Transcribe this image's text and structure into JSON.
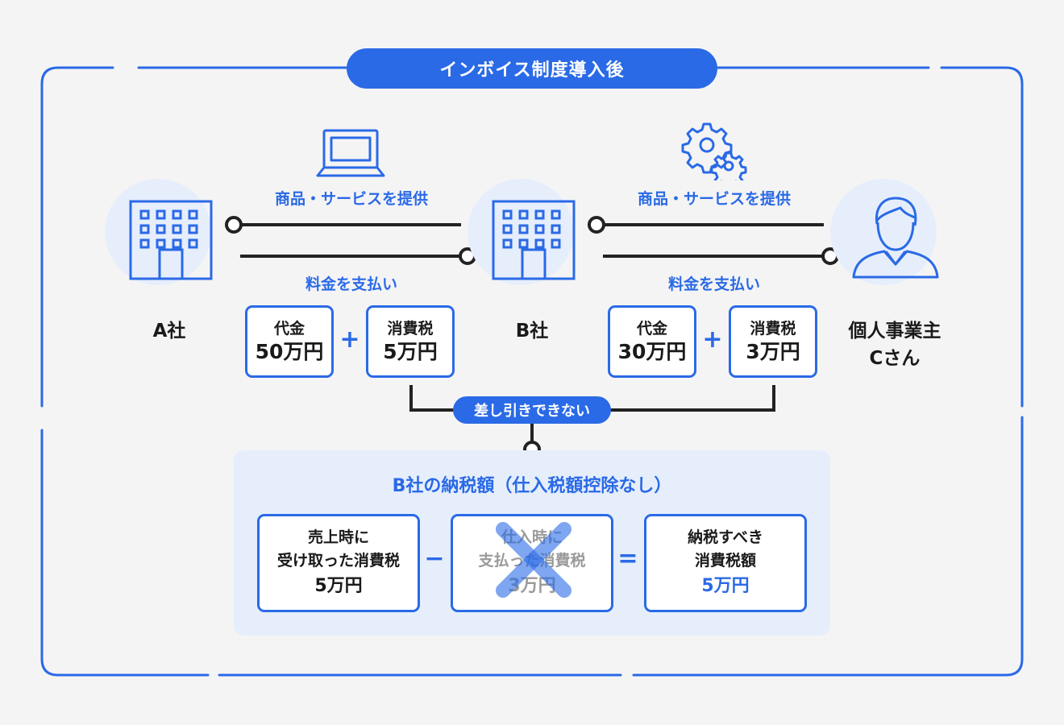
{
  "title": "インボイス制度導入後",
  "flows": {
    "goods_ab": "商品・サービスを提供",
    "pay_ab": "料金を支払い",
    "goods_bc": "商品・サービスを提供",
    "pay_bc": "料金を支払い"
  },
  "parties": {
    "a": "A社",
    "b": "B社",
    "c_line1": "個人事業主",
    "c_line2": "Cさん"
  },
  "payments": {
    "ab_price": {
      "label": "代金",
      "value": "50万円"
    },
    "ab_tax": {
      "label": "消費税",
      "value": "5万円"
    },
    "bc_price": {
      "label": "代金",
      "value": "30万円"
    },
    "bc_tax": {
      "label": "消費税",
      "value": "3万円"
    },
    "plus": "+"
  },
  "cannot_deduct": "差し引きできない",
  "summary": {
    "title": "B社の納税額（仕入税額控除なし）",
    "sales_tax": {
      "line1": "売上時に",
      "line2": "受け取った消費税",
      "value": "5万円"
    },
    "purchase_tax": {
      "line1": "仕入時に",
      "line2": "支払った消費税",
      "value": "3万円"
    },
    "payable": {
      "line1": "納税すべき",
      "line2": "消費税額",
      "value": "5万円"
    },
    "minus": "−",
    "equals": "="
  },
  "icons": [
    "laptop-icon",
    "gears-icon",
    "building-icon",
    "person-icon",
    "cross-mark-icon"
  ],
  "colors": {
    "accent": "#2a6ae6",
    "panel": "#e6eefc",
    "line": "#222222",
    "background": "#f5f4f5"
  }
}
